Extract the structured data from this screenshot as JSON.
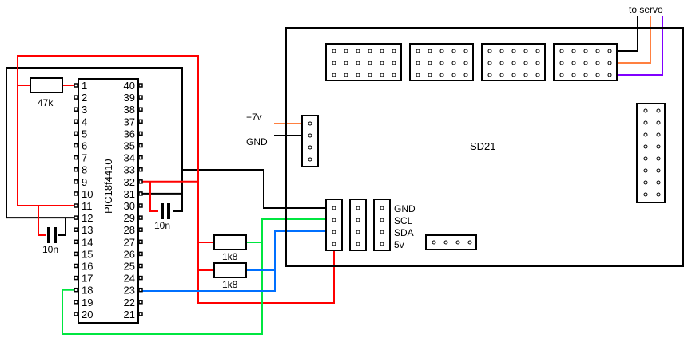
{
  "diagram": {
    "title": "PIC18f4410 to SD21 servo controller wiring",
    "chip": {
      "label": "PIC18f4410",
      "left_pins": [
        "1",
        "2",
        "3",
        "4",
        "5",
        "6",
        "7",
        "8",
        "9",
        "10",
        "11",
        "12",
        "13",
        "14",
        "15",
        "16",
        "17",
        "18",
        "19",
        "20"
      ],
      "right_pins": [
        "40",
        "39",
        "38",
        "37",
        "36",
        "35",
        "34",
        "33",
        "32",
        "31",
        "30",
        "29",
        "28",
        "27",
        "26",
        "25",
        "24",
        "23",
        "22",
        "21"
      ]
    },
    "components": {
      "resistor_reset": "47k",
      "cap_left": "10n",
      "cap_right": "10n",
      "resistor_scl": "1k8",
      "resistor_sda": "1k8"
    },
    "board": {
      "label": "SD21",
      "power_labels": [
        "+7v",
        "GND"
      ],
      "i2c_labels": [
        "GND",
        "SCL",
        "SDA",
        "5v"
      ],
      "servo_label": "to servo"
    },
    "colors": {
      "black": "#000000",
      "red": "#ff0000",
      "green": "#00e640",
      "blue": "#0070ff",
      "orange": "#ff8040",
      "purple": "#8000ff"
    }
  }
}
